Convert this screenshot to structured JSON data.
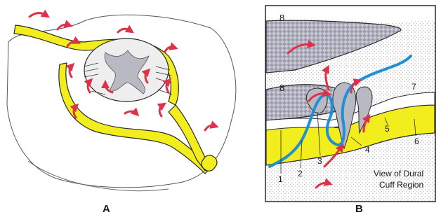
{
  "panels": {
    "a_label": "A",
    "b_label": "B"
  },
  "panel_b": {
    "numbers": [
      "8",
      "8",
      "7",
      "1",
      "2",
      "3",
      "4",
      "5",
      "6"
    ],
    "caption_line1": "View of Dural",
    "caption_line2": "Cuff Region"
  },
  "colors": {
    "nerve_yellow": "#f2ee1e",
    "flow_arrow_red": "#e0304a",
    "vessel_blue": "#1f8fd6",
    "bone_gray": "#b9b9c4",
    "outline": "#2a2a2a"
  }
}
